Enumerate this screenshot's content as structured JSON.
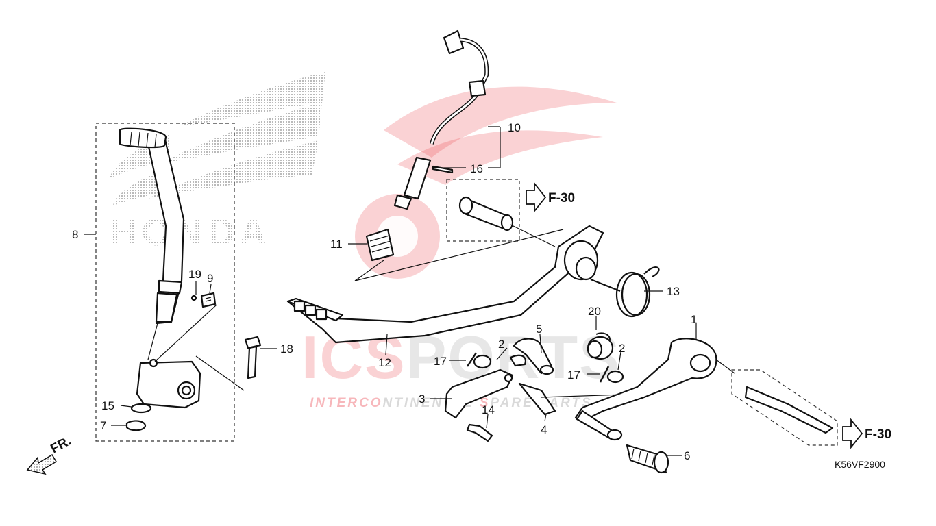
{
  "diagram": {
    "part_labels": [
      "1",
      "2",
      "2",
      "3",
      "4",
      "5",
      "6",
      "7",
      "8",
      "9",
      "10",
      "11",
      "12",
      "13",
      "14",
      "15",
      "16",
      "17",
      "17",
      "18",
      "19",
      "20"
    ],
    "ref_label_top": "F-30",
    "ref_label_right": "F-30",
    "front_marker": "FR.",
    "diagram_code": "K56VF2900"
  },
  "watermark": {
    "brand": "HONDA",
    "logo_text_left": "ICS",
    "logo_text_right": "PORTS",
    "tagline_red_1": "INTERCO",
    "tagline_gray_1": "NTINENTAL ",
    "tagline_red_2": "S",
    "tagline_gray_2": "PARE PARTS",
    "colors": {
      "red": "#e8323c",
      "gray": "#b9b9b9"
    }
  }
}
